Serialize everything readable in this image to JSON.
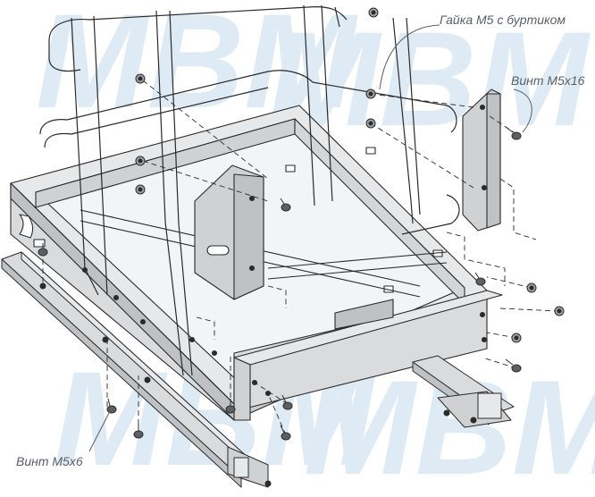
{
  "labels": {
    "nut": "Гайка М5 с буртиком",
    "screw_m5x16": "Винт М5х16",
    "screw_m5x6": "Винт М5х6"
  },
  "watermark": {
    "text": "MBM",
    "color": "#dbe9f4"
  },
  "colors": {
    "metal_fill": "#d9dbdd",
    "metal_dark": "#bfc2c5",
    "metal_side": "#e7e8ea",
    "outline": "#2b2b2b",
    "wire": "#c8cacc",
    "label_text": "#5a5f66"
  },
  "icons": [
    "nut-icon",
    "screw-icon",
    "wire-basket",
    "drawer-frame",
    "side-rail",
    "bracket-plate"
  ]
}
